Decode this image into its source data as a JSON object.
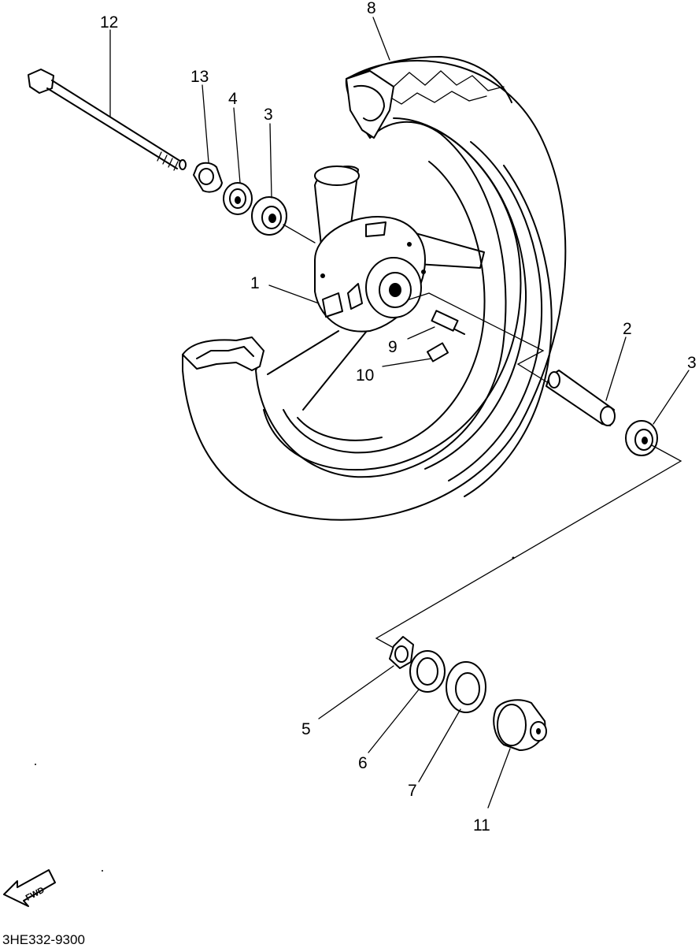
{
  "diagram": {
    "part_code": "3HE332-9300",
    "fwd_label": "FWD",
    "callouts": [
      "12",
      "13",
      "4",
      "3",
      "8",
      "1",
      "9",
      "10",
      "2",
      "3",
      "5",
      "6",
      "7",
      "11"
    ]
  }
}
